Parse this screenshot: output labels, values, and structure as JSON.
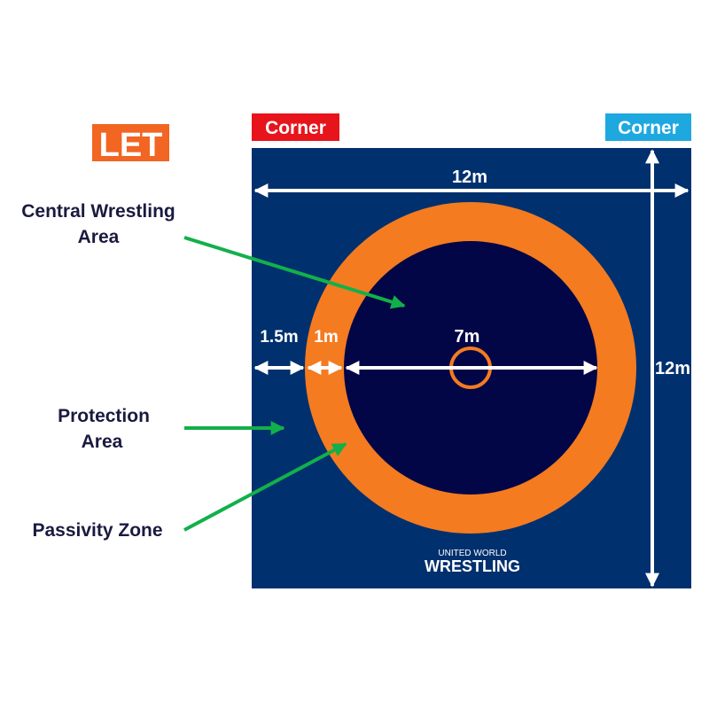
{
  "badge": {
    "text": "LET",
    "color": "#f26522"
  },
  "corners": {
    "red": {
      "text": "Corner",
      "color": "#e8141b"
    },
    "blue": {
      "text": "Corner",
      "color": "#1ea8e0"
    }
  },
  "labels": {
    "central_line1": "Central Wrestling",
    "central_line2": "Area",
    "protection_line1": "Protection",
    "protection_line2": "Area",
    "passivity": "Passivity Zone"
  },
  "dimensions": {
    "width": "12m",
    "height": "12m",
    "protection": "1.5m",
    "passivity": "1m",
    "central": "7m"
  },
  "logo": {
    "line1": "UNITED WORLD",
    "line2": "WRESTLING"
  },
  "colors": {
    "mat": "#00306e",
    "ring": "#f47b20",
    "center": "#020647",
    "pointer": "#12b04a",
    "text_dark": "#1a1a40"
  }
}
